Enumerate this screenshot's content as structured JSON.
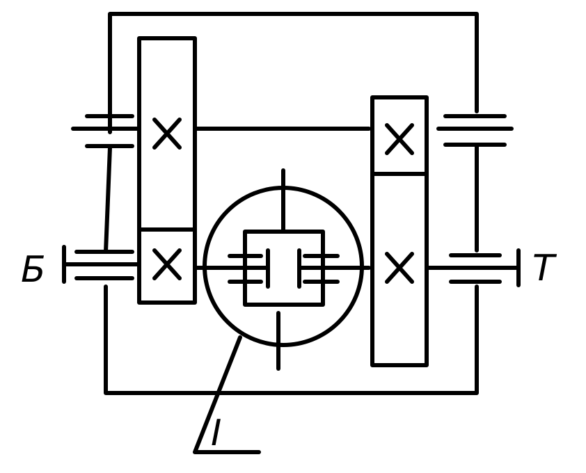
{
  "diagram": {
    "labels": {
      "input_shaft": "Б",
      "output_shaft": "Т",
      "coupling_callout": "I"
    },
    "colors": {
      "stroke": "#000000",
      "background": "#ffffff"
    }
  }
}
